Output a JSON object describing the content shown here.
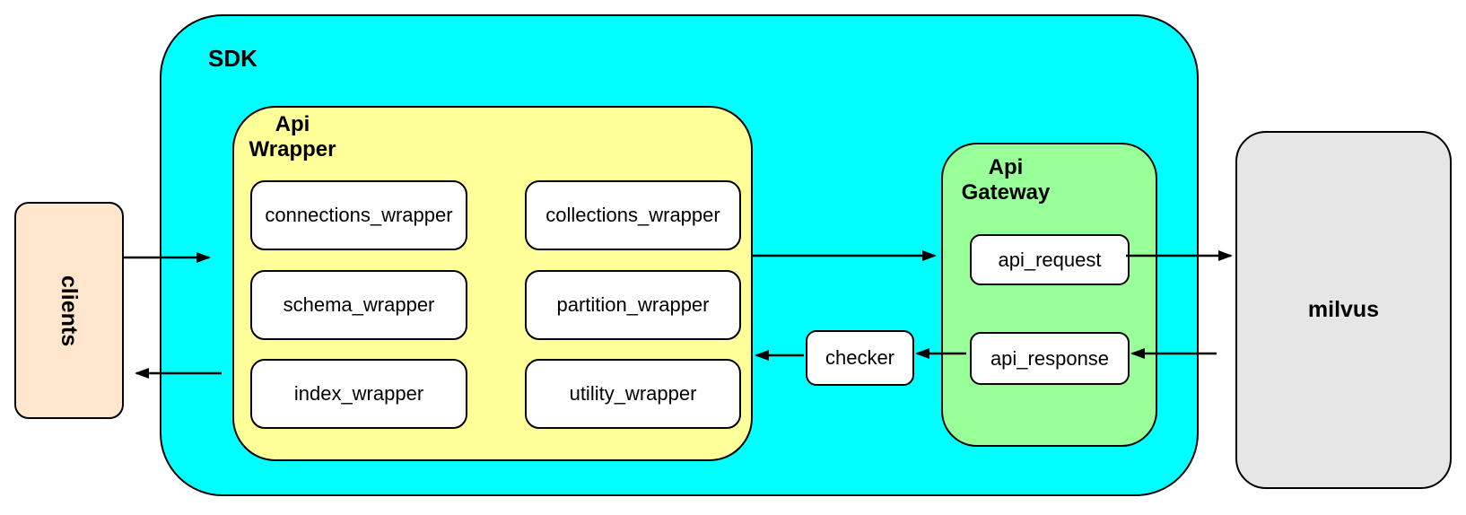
{
  "diagram": {
    "background": "#FFFFFF",
    "stroke_color": "#000000"
  },
  "clients": {
    "label": "clients",
    "fill": "#FFE6CC"
  },
  "sdk": {
    "label": "SDK",
    "fill": "#00FFFF",
    "api_wrapper": {
      "title": "Api\nWrapper",
      "fill": "#FFFF99",
      "box_fill": "#FFFFFF",
      "boxes": [
        "connections_wrapper",
        "collections_wrapper",
        "schema_wrapper",
        "partition_wrapper",
        "index_wrapper",
        "utility_wrapper"
      ]
    },
    "checker": {
      "label": "checker",
      "fill": "#FFFFFF"
    },
    "api_gateway": {
      "title": "Api\nGateway",
      "fill": "#99FF99",
      "box_fill": "#FFFFFF",
      "boxes": [
        "api_request",
        "api_response"
      ]
    }
  },
  "milvus": {
    "label": "milvus",
    "fill": "#E6E6E6"
  },
  "connections": [
    {
      "from": "clients",
      "to": "sdk"
    },
    {
      "from": "api_wrapper",
      "to": "api_gateway"
    },
    {
      "from": "api_request",
      "to": "milvus"
    },
    {
      "from": "milvus",
      "to": "api_response"
    },
    {
      "from": "api_response",
      "to": "checker"
    },
    {
      "from": "checker",
      "to": "api_wrapper"
    },
    {
      "from": "sdk",
      "to": "clients"
    }
  ]
}
